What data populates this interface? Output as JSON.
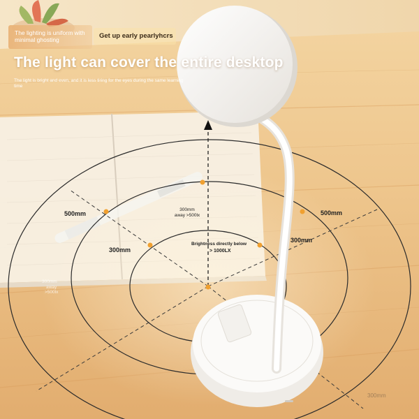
{
  "badges": {
    "left_text": "The lighting is uniform with minimal ghosting",
    "right_text": "Get up early pearlyhcrs"
  },
  "headline": {
    "title": "The light can cover the entire desktop",
    "subtitle": "The light is bright and even, and it is less tiring for the eyes during the same learning time"
  },
  "distance_labels": {
    "outer_left": "500mm",
    "outer_right": "500mm",
    "middle_left": "300mm",
    "middle_right": "300mm",
    "top_inner_line1": "300mm",
    "top_inner_line2": "away >500lx",
    "center_line1": "Brightness directly below",
    "center_line2": "> 1000LX",
    "left_faint_line1": "300mm",
    "left_faint_line2": "away",
    "left_faint_line3": ">500lx",
    "bottom_faint": "300mm"
  }
}
